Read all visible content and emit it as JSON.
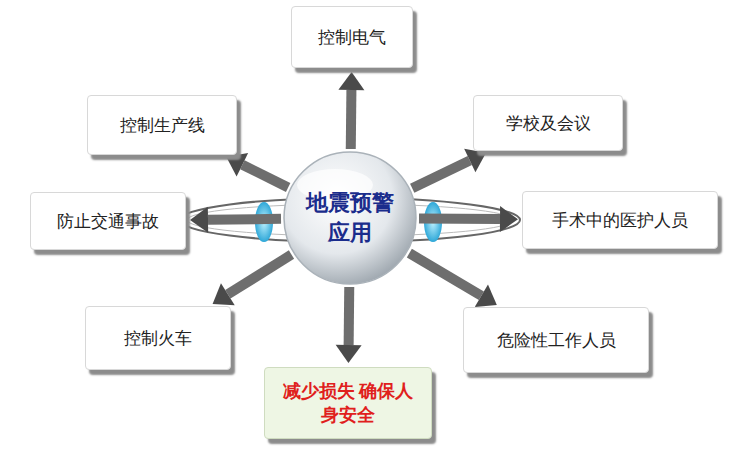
{
  "diagram": {
    "nodes": [
      {
        "text": [
          "地震预警 应用"
        ]
      },
      {
        "text": [
          "控制电气"
        ]
      },
      {
        "text": [
          "控制生产线"
        ]
      },
      {
        "text": [
          "学校及会议"
        ]
      },
      {
        "text": [
          "防止交通事故"
        ]
      },
      {
        "text": [
          "手术中的医护人员"
        ]
      },
      {
        "text": [
          "控制火车"
        ]
      },
      {
        "text": [
          "危险性工作人员"
        ]
      },
      {
        "text": [
          "减少损失 确保人身安全"
        ]
      }
    ],
    "edges": [
      {
        "from": 0,
        "to": 1,
        "arrow": "to"
      },
      {
        "from": 0,
        "to": 2,
        "arrow": "to"
      },
      {
        "from": 0,
        "to": 3,
        "arrow": "to"
      },
      {
        "from": 0,
        "to": 4,
        "arrow": "to"
      },
      {
        "from": 0,
        "to": 5,
        "arrow": "to"
      },
      {
        "from": 0,
        "to": 6,
        "arrow": "to"
      },
      {
        "from": 0,
        "to": 7,
        "arrow": "to"
      },
      {
        "from": 0,
        "to": 8,
        "arrow": "to"
      }
    ]
  }
}
